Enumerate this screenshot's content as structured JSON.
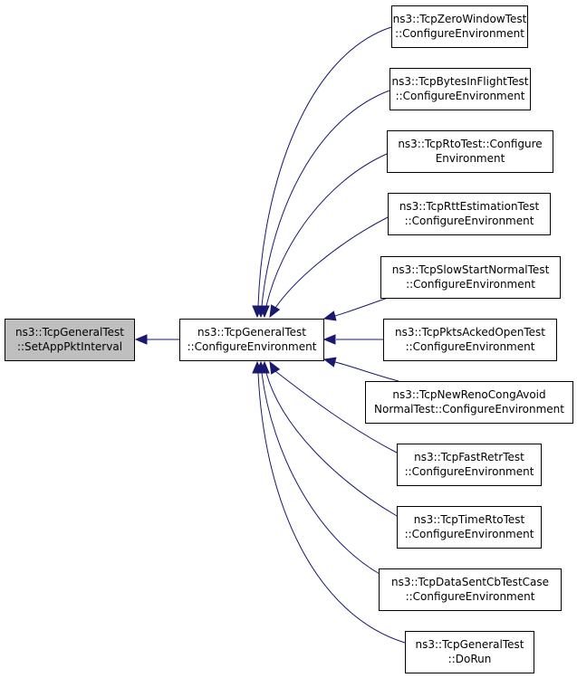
{
  "diagram": {
    "colors": {
      "edge": "#191970",
      "node_fill": "#ffffff",
      "highlight_fill": "#bfbfbf",
      "node_border": "#000000"
    },
    "nodes": [
      {
        "id": "set_app_pkt_interval",
        "lines": [
          "ns3::TcpGeneralTest",
          "::SetAppPktInterval"
        ],
        "highlighted": true
      },
      {
        "id": "general_configure_env",
        "lines": [
          "ns3::TcpGeneralTest",
          "::ConfigureEnvironment"
        ],
        "highlighted": false
      },
      {
        "id": "zero_window",
        "lines": [
          "ns3::TcpZeroWindowTest",
          "::ConfigureEnvironment"
        ],
        "highlighted": false
      },
      {
        "id": "bytes_in_flight",
        "lines": [
          "ns3::TcpBytesInFlightTest",
          "::ConfigureEnvironment"
        ],
        "highlighted": false
      },
      {
        "id": "rto_test",
        "lines": [
          "ns3::TcpRtoTest::Configure",
          "Environment"
        ],
        "highlighted": false
      },
      {
        "id": "rtt_estimation",
        "lines": [
          "ns3::TcpRttEstimationTest",
          "::ConfigureEnvironment"
        ],
        "highlighted": false
      },
      {
        "id": "slow_start_normal",
        "lines": [
          "ns3::TcpSlowStartNormalTest",
          "::ConfigureEnvironment"
        ],
        "highlighted": false
      },
      {
        "id": "pkts_acked_open",
        "lines": [
          "ns3::TcpPktsAckedOpenTest",
          "::ConfigureEnvironment"
        ],
        "highlighted": false
      },
      {
        "id": "newreno_cong_avoid",
        "lines": [
          "ns3::TcpNewRenoCongAvoid",
          "NormalTest::ConfigureEnvironment"
        ],
        "highlighted": false
      },
      {
        "id": "fast_retr",
        "lines": [
          "ns3::TcpFastRetrTest",
          "::ConfigureEnvironment"
        ],
        "highlighted": false
      },
      {
        "id": "time_rto",
        "lines": [
          "ns3::TcpTimeRtoTest",
          "::ConfigureEnvironment"
        ],
        "highlighted": false
      },
      {
        "id": "data_sent_cb",
        "lines": [
          "ns3::TcpDataSentCbTestCase",
          "::ConfigureEnvironment"
        ],
        "highlighted": false
      },
      {
        "id": "general_do_run",
        "lines": [
          "ns3::TcpGeneralTest",
          "::DoRun"
        ],
        "highlighted": false
      }
    ],
    "edges": [
      {
        "from": "general_configure_env",
        "to": "set_app_pkt_interval"
      },
      {
        "from": "zero_window",
        "to": "general_configure_env"
      },
      {
        "from": "bytes_in_flight",
        "to": "general_configure_env"
      },
      {
        "from": "rto_test",
        "to": "general_configure_env"
      },
      {
        "from": "rtt_estimation",
        "to": "general_configure_env"
      },
      {
        "from": "slow_start_normal",
        "to": "general_configure_env"
      },
      {
        "from": "pkts_acked_open",
        "to": "general_configure_env"
      },
      {
        "from": "newreno_cong_avoid",
        "to": "general_configure_env"
      },
      {
        "from": "fast_retr",
        "to": "general_configure_env"
      },
      {
        "from": "time_rto",
        "to": "general_configure_env"
      },
      {
        "from": "data_sent_cb",
        "to": "general_configure_env"
      },
      {
        "from": "general_do_run",
        "to": "general_configure_env"
      }
    ]
  }
}
